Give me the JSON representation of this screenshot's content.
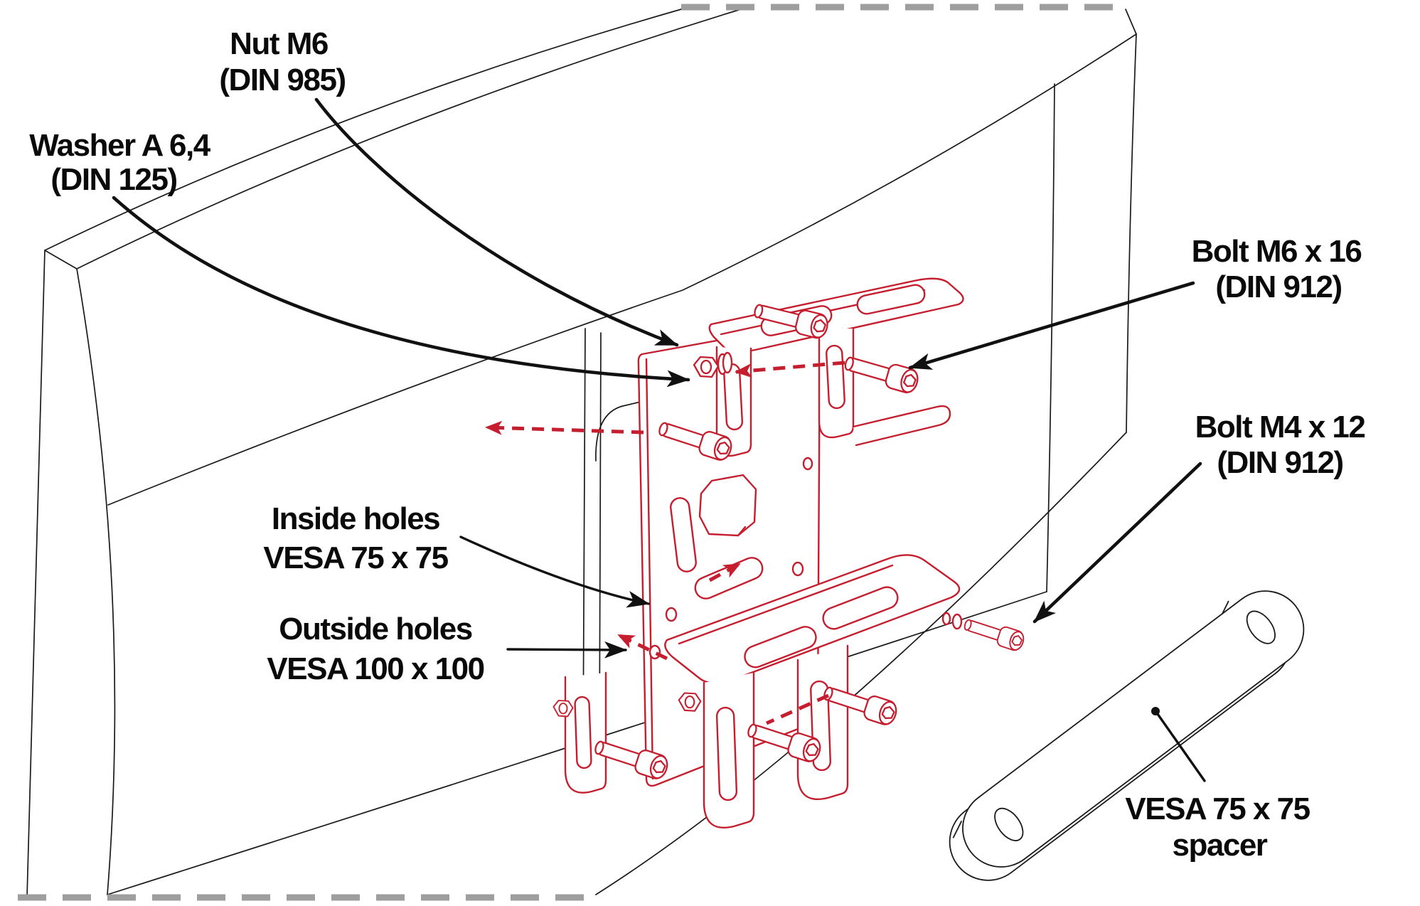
{
  "diagram": {
    "type": "exploded-assembly-instruction",
    "subject": "VESA monitor mount adapter installation on curved monitor back",
    "colors": {
      "background": "#ffffff",
      "line_art": "#1a1a1a",
      "highlighted_parts": "#c41e2f",
      "cutoff_dashes": "#9e9e9e",
      "label_text": "#0a0a0a"
    },
    "labels": {
      "nut": {
        "line1": "Nut M6",
        "line2": "(DIN 985)"
      },
      "washer": {
        "line1": "Washer A 6,4",
        "line2": "(DIN 125)"
      },
      "bolt_m6": {
        "line1": "Bolt M6 x 16",
        "line2": "(DIN 912)"
      },
      "bolt_m4": {
        "line1": "Bolt M4 x 12",
        "line2": "(DIN 912)"
      },
      "inside_holes": {
        "line1": "Inside holes",
        "line2": "VESA 75 x 75"
      },
      "outside_holes": {
        "line1": "Outside holes",
        "line2": "VESA 100 x 100"
      },
      "spacer": {
        "line1": "VESA 75 x 75",
        "line2": "spacer"
      }
    },
    "parts": [
      "curved-monitor-back-panel",
      "vesa-adapter-plate",
      "top-clamp-bracket",
      "bottom-clamp-bracket",
      "hex-nut-m6",
      "washer-a-6-4",
      "socket-head-bolt-m6x16",
      "socket-head-bolt-m4x12",
      "vesa-75x75-spacer-bar"
    ]
  }
}
